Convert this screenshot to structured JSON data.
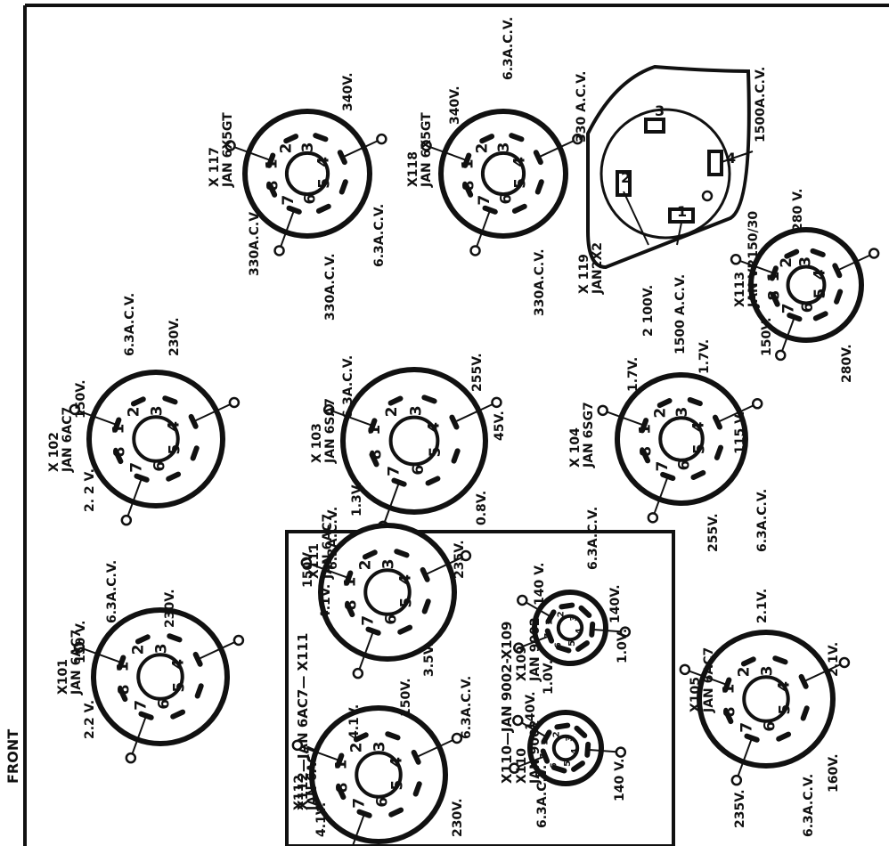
{
  "front_label": "FRONT",
  "box_title_upper": "X112—JAN 6AC7— X111",
  "box_title_lower": "X110—JAN 9002-X109",
  "sockets": [
    {
      "id": "x101",
      "designator": "X101",
      "type": "JAN 6AC7",
      "pins": [
        "1",
        "2",
        "3",
        "4",
        "5",
        "6",
        "7",
        "8"
      ],
      "labels": [
        "2.2 V.",
        "150 V.",
        "6.3A.C.V.",
        "230V."
      ]
    },
    {
      "id": "x102",
      "designator": "X 102",
      "type": "JAN 6AC7",
      "pins": [
        "1",
        "2",
        "3",
        "4",
        "5",
        "6",
        "7",
        "8"
      ],
      "labels": [
        "2. 2 V.",
        "150V.",
        "6.3A.C.V.",
        "230V."
      ]
    },
    {
      "id": "x103",
      "designator": "X 103",
      "type": "JAN 6SA7",
      "pins": [
        "1",
        "2",
        "3",
        "4",
        "5",
        "6",
        "7",
        "8"
      ],
      "labels": [
        "6.3A.C.V.",
        "255V.",
        "45V.",
        "1.3V.",
        "0.8V."
      ]
    },
    {
      "id": "x104",
      "designator": "X 104",
      "type": "JAN 6SG7",
      "pins": [
        "1",
        "2",
        "3",
        "4",
        "5",
        "6",
        "7",
        "8"
      ],
      "labels": [
        "1.7V.",
        "1.7V.",
        "115 V.",
        "6.3A.C.V.",
        "255V."
      ]
    },
    {
      "id": "x105",
      "designator": "X105",
      "type": "JAN 6AC7",
      "pins": [
        "1",
        "2",
        "3",
        "4",
        "5",
        "6",
        "7",
        "8"
      ],
      "labels": [
        "2.1V.",
        "2.1V.",
        "160V.",
        "6.3A.C.V.",
        "235V."
      ]
    },
    {
      "id": "x111",
      "designator": "X111",
      "type": "JAN 6AC7",
      "pins": [
        "1",
        "2",
        "3",
        "4",
        "5",
        "6",
        "7",
        "8"
      ],
      "labels": [
        "4.1V.",
        "150V.",
        "6.3A.C.V.",
        "235V.",
        "3.5V."
      ]
    },
    {
      "id": "x112",
      "designator": "X112",
      "type": "JAN 6AC7",
      "pins": [
        "1",
        "2",
        "3",
        "4",
        "5",
        "6",
        "7",
        "8"
      ],
      "labels": [
        "4.1V.",
        "4.1V.",
        "150V.",
        "6.3A.C.V.",
        "230V."
      ]
    },
    {
      "id": "x109",
      "designator": "X109",
      "type": "JAN 9002",
      "pins": [
        "1",
        "2",
        "3",
        "4",
        "5",
        "6",
        "7"
      ],
      "labels": [
        "140 V.",
        "6.3A.C.V.",
        "140V.",
        "1.0V."
      ]
    },
    {
      "id": "x110",
      "designator": "X110",
      "type": "JAN 9002",
      "pins": [
        "1",
        "2",
        "3",
        "4",
        "5",
        "6",
        "7"
      ],
      "labels": [
        "140V.",
        "1.0V.",
        "6.3A.C.V.",
        "140 V."
      ]
    },
    {
      "id": "x113",
      "designator": "X113",
      "type": "JAN VR150/30",
      "pins": [
        "1",
        "2",
        "3",
        "4",
        "5",
        "6",
        "7",
        "8"
      ],
      "labels": [
        "280 V.",
        "150V.",
        "280V."
      ]
    },
    {
      "id": "x117",
      "designator": "X 117",
      "type": "JAN 6X5GT",
      "pins": [
        "1",
        "2",
        "3",
        "4",
        "5",
        "6",
        "7",
        "8"
      ],
      "labels": [
        "340V.",
        "330A.C.V.",
        "330A.C.V.",
        "6.3A.C.V."
      ]
    },
    {
      "id": "x118",
      "designator": "X118",
      "type": "JAN 6X5GT",
      "pins": [
        "1",
        "2",
        "3",
        "4",
        "5",
        "6",
        "7",
        "8"
      ],
      "labels": [
        "340V.",
        "6.3A.C.V.",
        "330 A.C.V.",
        "330A.C.V."
      ]
    },
    {
      "id": "x119",
      "designator": "X 119",
      "type": "JAN2X2",
      "pins": [
        "1",
        "2",
        "3",
        "4"
      ],
      "labels": [
        "1500A.C.V.",
        "2 100V.",
        "1500 A.C.V."
      ]
    }
  ],
  "open_terminal_symbol": "O"
}
